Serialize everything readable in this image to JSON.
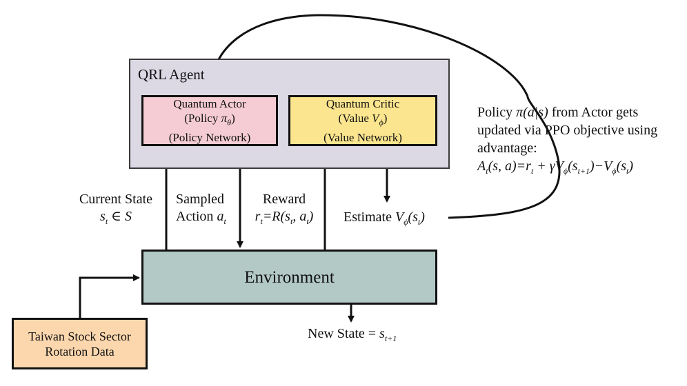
{
  "agent": {
    "title": "QRL Agent"
  },
  "actor": {
    "line1": "Quantum Actor",
    "line2_prefix": "(Policy ",
    "line2_math": "π",
    "line2_sub": "θ",
    "line2_suffix": ")",
    "line3": "(Policy Network)"
  },
  "critic": {
    "line1": "Quantum Critic",
    "line2_prefix": "(Value ",
    "line2_math": "V",
    "line2_sub": "ϕ",
    "line2_suffix": ")",
    "line3": "(Value Network)"
  },
  "environment": {
    "label": "Environment"
  },
  "data_source": {
    "line1": "Taiwan Stock Sector",
    "line2": "Rotation Data"
  },
  "labels": {
    "current_state": {
      "line1": "Current State",
      "math": "s",
      "sub": "t",
      "rest": " ∈ S"
    },
    "sampled_action": {
      "line1": "Sampled",
      "line2": "Action ",
      "math": "a",
      "sub": "t"
    },
    "reward": {
      "line1": "Reward",
      "math": "r",
      "sub": "t",
      "rest": "=R(s",
      "rest_sub": "t",
      "rest2": ", a",
      "rest2_sub": "t",
      "rest_end": ")"
    },
    "estimate": {
      "text": "Estimate ",
      "math": "V",
      "sub": "ϕ",
      "rest": "(s",
      "rest_sub": "t",
      "rest_end": ")"
    },
    "new_state": {
      "text": "New State = ",
      "math": "s",
      "sub": "t+1"
    }
  },
  "policy_note": {
    "line1_prefix": "Policy ",
    "line1_math": "π(a|s)",
    "line1_suffix": "  from Actor gets",
    "line2": "updated via PPO objective using",
    "line3": "advantage:",
    "formula": "A",
    "formula_sub": "t",
    "formula_rest": "(s, a)=r",
    "formula_sub2": "t",
    "formula_rest2": " + γV",
    "formula_sub3": "ϕ",
    "formula_rest3": "(s",
    "formula_sub4": "t+1",
    "formula_rest4": ")−V",
    "formula_sub5": "ϕ",
    "formula_rest5": "(s",
    "formula_sub6": "t",
    "formula_rest6": ")"
  }
}
